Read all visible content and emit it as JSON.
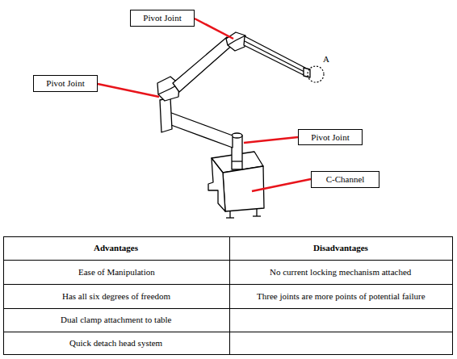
{
  "diagram": {
    "nodes": [
      {
        "text": [
          "Pivot Joint"
        ]
      },
      {
        "text": [
          "Pivot Joint"
        ]
      },
      {
        "text": [
          "Pivot Joint"
        ]
      },
      {
        "text": [
          "C-Channel"
        ]
      }
    ],
    "labels": [
      "A",
      "Advantages",
      "Disadvantages",
      "Ease of Manipulation",
      "No current locking mechanism attached",
      "Has all six degrees of freedom",
      "Three joints are more points of potential failure",
      "Dual clamp attachment to table",
      "Quick detach head system"
    ]
  }
}
